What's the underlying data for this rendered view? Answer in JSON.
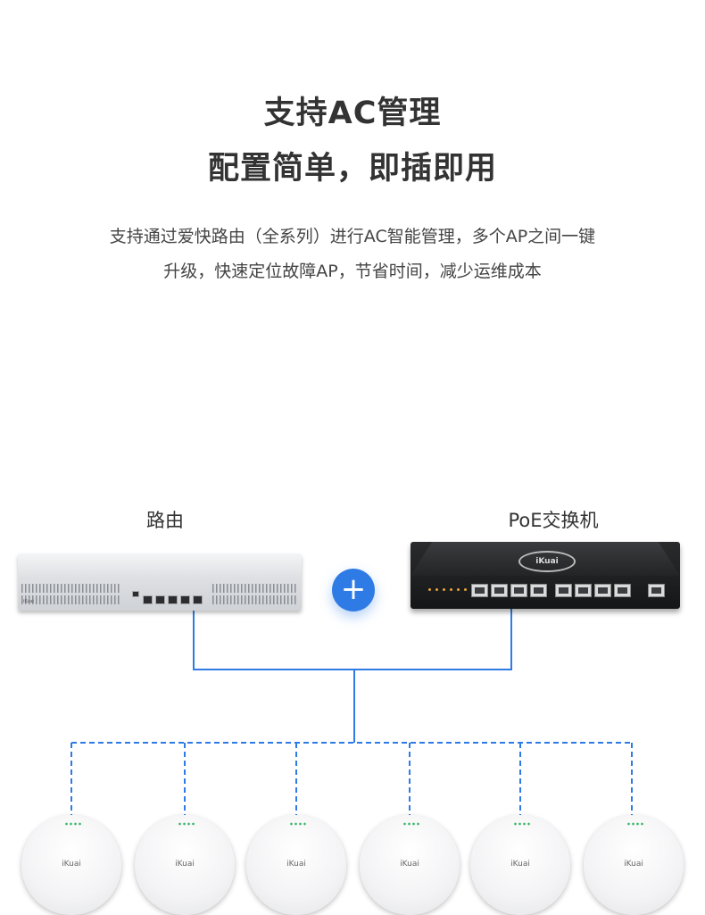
{
  "heading": {
    "line1": "支持AC管理",
    "line2": "配置简单，即插即用"
  },
  "description": {
    "line1": "支持通过爱快路由（全系列）进行AC智能管理，多个AP之间一键",
    "line2": "升级，快速定位故障AP，节省时间，减少运维成本"
  },
  "devices": {
    "router_label": "路由",
    "switch_label": "PoE交换机",
    "router_brand": "iKuai",
    "switch_logo": "iKuai",
    "plus_symbol": "+"
  },
  "access_points": {
    "brand": "iKuai",
    "count_labels": [
      "iKuai",
      "iKuai",
      "iKuai",
      "iKuai",
      "iKuai",
      "iKuai"
    ]
  },
  "colors": {
    "accent": "#2f7be5",
    "line": "#2f7be5"
  }
}
